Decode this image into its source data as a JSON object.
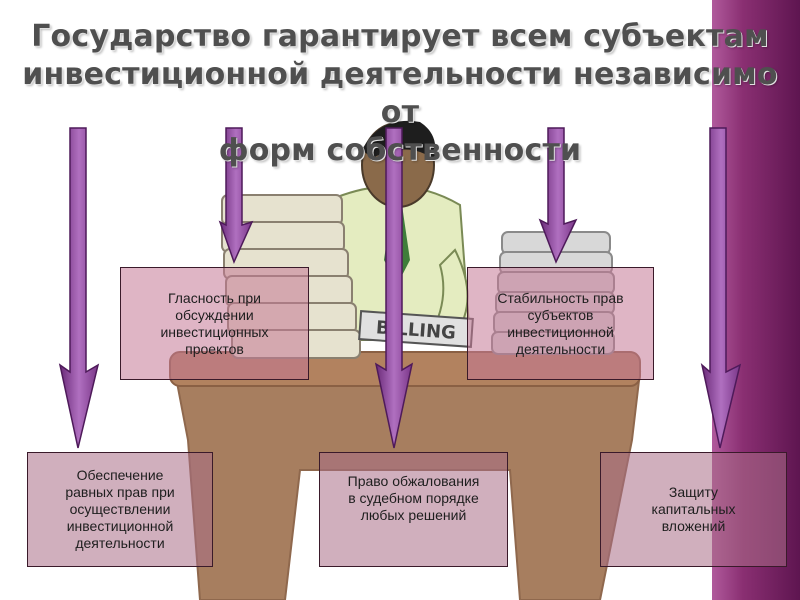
{
  "title": {
    "line1": "Государство гарантирует всем субъектам",
    "line2": "инвестиционной деятельности независимо  от",
    "line3": "форм собственности"
  },
  "boxes": {
    "glasnost": "Гласность при\nобсуждении\nинвестиционных\nпроектов",
    "stabilnost": "Стабильность прав\nсубъектов\nинвестиционной\nдеятельности",
    "obespechenie": "Обеспечение\nравных прав при\nосуществлении\nинвестиционной\nдеятельности",
    "pravo": "Право обжалования\nв судебном порядке\nлюбых решений",
    "zaschita": "Защиту\nкапитальных\nвложений"
  },
  "illustration": {
    "sign_text": "BILLING"
  },
  "colors": {
    "arrow": "#9c4fa8",
    "arrow_dark": "#6a2a78",
    "strip": "#8a2f72",
    "desk": "#a07050"
  }
}
